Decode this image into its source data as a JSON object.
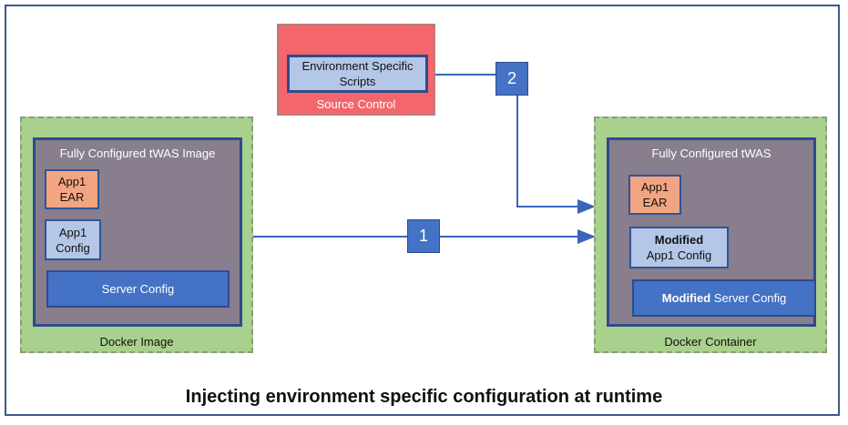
{
  "source_control": {
    "label": "Source Control",
    "scripts_line1": "Environment Specific",
    "scripts_line2": "Scripts"
  },
  "docker_image": {
    "label": "Docker Image",
    "image_title": "Fully Configured tWAS Image",
    "ear_line1": "App1",
    "ear_line2": "EAR",
    "config_line1": "App1",
    "config_line2": "Config",
    "server_config": "Server Config"
  },
  "docker_container": {
    "label": "Docker Container",
    "twas_title": "Fully Configured tWAS",
    "ear_line1": "App1",
    "ear_line2": "EAR",
    "modified_bold": "Modified",
    "config_text": "App1 Config",
    "server_modified_bold": "Modified",
    "server_config_text": " Server Config"
  },
  "steps": {
    "step1": "1",
    "step2": "2"
  },
  "caption": "Injecting environment specific configuration at runtime"
}
